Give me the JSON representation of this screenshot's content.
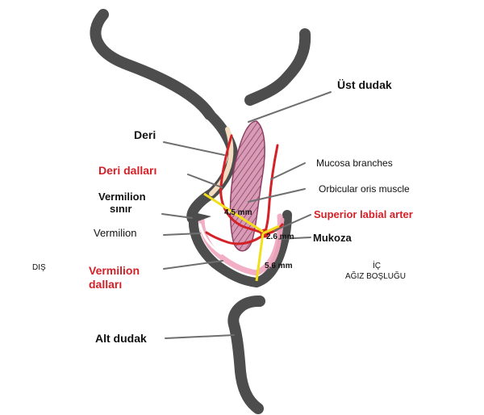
{
  "labels": {
    "ust_dudak": "Üst dudak",
    "deri": "Deri",
    "deri_dallari": "Deri dalları",
    "vermilion_sinir_line1": "Vermilion",
    "vermilion_sinir_line2": "sınır",
    "vermilion": "Vermilion",
    "vermilion_dallari_line1": "Vermilion",
    "vermilion_dallari_line2": "dalları",
    "dis": "DIŞ",
    "alt_dudak": "Alt dudak",
    "mucosa_branches": "Mucosa branches",
    "orbicular_oris": "Orbicular oris muscle",
    "superior_labial": "Superior labial arter",
    "mukoza": "Mukoza",
    "ic_line1": "İÇ",
    "ic_line2": "AĞIZ BOŞLUĞU"
  },
  "measurements": {
    "m1": "4.5 mm",
    "m2": "2.6 mm",
    "m3": "5.6 mm"
  },
  "colors": {
    "outline": "#4d4d4d",
    "artery": "#d42027",
    "muscle": "#c98aa6",
    "muscle_stripe": "#8e3f63",
    "measure": "#f2df1c",
    "leader": "#6f6f6f",
    "skin": "#f3dcc0",
    "vermilion_pink": "#f2aec4",
    "mucosa_pink": "#e8a3b8"
  }
}
